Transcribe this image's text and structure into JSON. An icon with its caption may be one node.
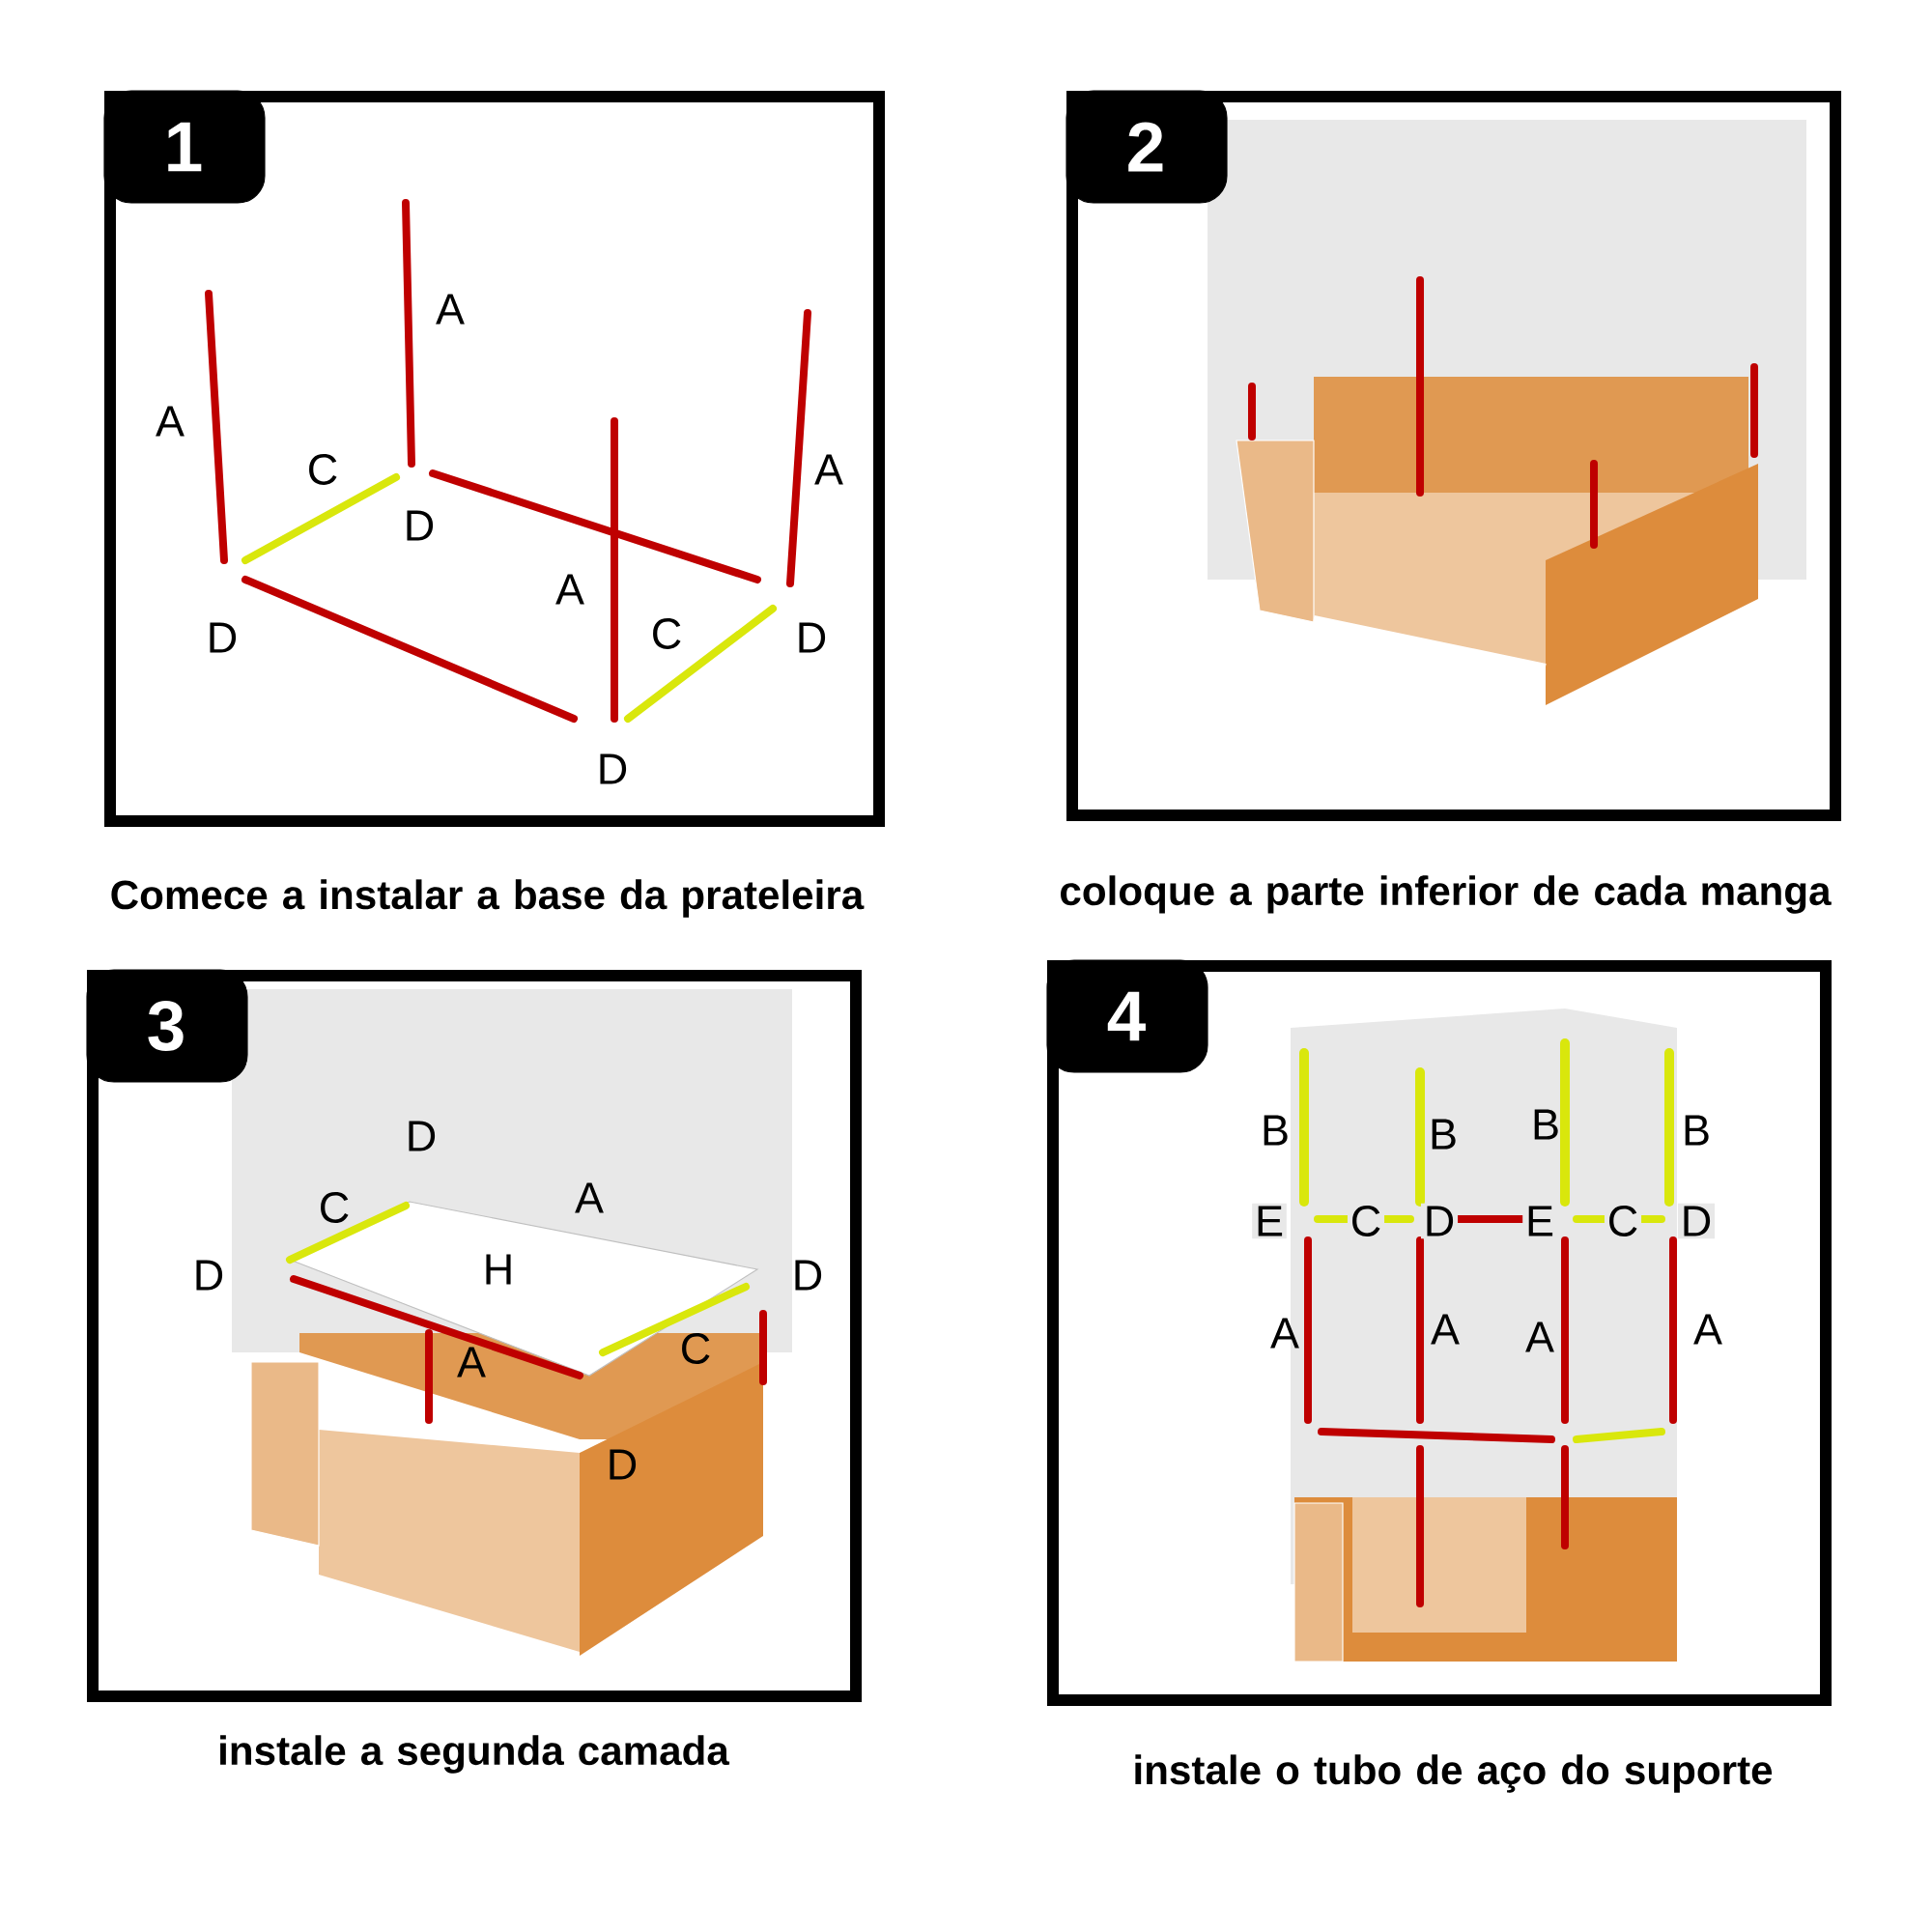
{
  "diagram": {
    "nodes": [
      {
        "text": [
          "1"
        ],
        "beside": [
          "Comece a instalar a base da prateleira"
        ]
      },
      {
        "text": [
          "2"
        ],
        "beside": [
          "coloque a parte inferior de cada manga"
        ]
      },
      {
        "text": [
          "3"
        ],
        "beside": [
          "instale a segunda camada"
        ]
      },
      {
        "text": [
          "4"
        ],
        "beside": [
          "instale o tubo de aço do suporte"
        ]
      }
    ],
    "labels": [
      "A",
      "A",
      "C",
      "A",
      "D",
      "A",
      "D",
      "C",
      "D",
      "D",
      "D",
      "C",
      "A",
      "D",
      "H",
      "D",
      "A",
      "C",
      "D",
      "B",
      "B",
      "B",
      "B",
      "E",
      "C",
      "D",
      "E",
      "C",
      "D",
      "A",
      "A",
      "A",
      "A"
    ]
  }
}
